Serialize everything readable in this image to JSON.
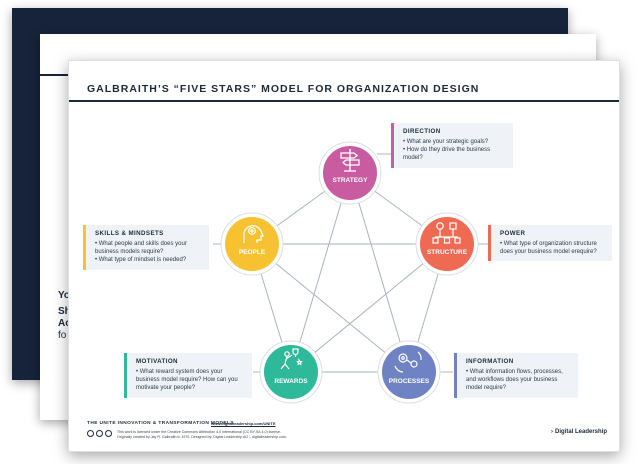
{
  "title": "GALBRAITH’S “FIVE STARS” MODEL FOR ORGANIZATION DESIGN",
  "background_peek": {
    "line1": "Yo",
    "line2": "Sh",
    "line3": "Ac",
    "line4": "fo"
  },
  "nodes": [
    {
      "id": "strategy",
      "label": "STRATEGY",
      "color": "#c95ba0",
      "icon": "signpost-icon"
    },
    {
      "id": "structure",
      "label": "STRUCTURE",
      "color": "#ee6a53",
      "icon": "org-chart-icon"
    },
    {
      "id": "processes",
      "label": "PROCESSES",
      "color": "#6f83c4",
      "icon": "flow-gears-icon"
    },
    {
      "id": "rewards",
      "label": "REWARDS",
      "color": "#2eb99a",
      "icon": "trophy-figure-icon"
    },
    {
      "id": "people",
      "label": "PEOPLE",
      "color": "#f6c231",
      "icon": "head-gear-icon"
    }
  ],
  "boxes": {
    "direction": {
      "title": "DIRECTION",
      "color": "#c95ba0",
      "lines": [
        "• What are your strategic goals?",
        "• How do they drive the business model?"
      ]
    },
    "skills": {
      "title": "SKILLS & MINDSETS",
      "color": "#f6c231",
      "lines": [
        "• What people and skills does your",
        "  business models require?",
        "• What type of mindset is needed?"
      ]
    },
    "power": {
      "title": "POWER",
      "color": "#ee6a53",
      "lines": [
        "• What type of organization structure",
        "  does your business model erequire?"
      ]
    },
    "motivation": {
      "title": "MOTIVATION",
      "color": "#2eb99a",
      "lines": [
        "• What reward system does your",
        "  business model require? How can you",
        "  motivate your people?"
      ]
    },
    "information": {
      "title": "INFORMATION",
      "color": "#6f83c4",
      "lines": [
        "• What information flows, processes,",
        "  and workflows does your business",
        "  model require?"
      ]
    }
  },
  "footer": {
    "series": "THE UNITE INNOVATION & TRANSFORMATION MODELS",
    "url": "www.digitalleadership.com/UNITE",
    "license1": "This work is licensed under the Creative Commons Attribution 4.0 International (CC BY-SA 4.0) license.",
    "license2": "Originally created by Jay R. Galbraith in 1970. Designed by: Digital Leadership AG – digitalleadership.com.",
    "brand": "Digital Leadership"
  }
}
